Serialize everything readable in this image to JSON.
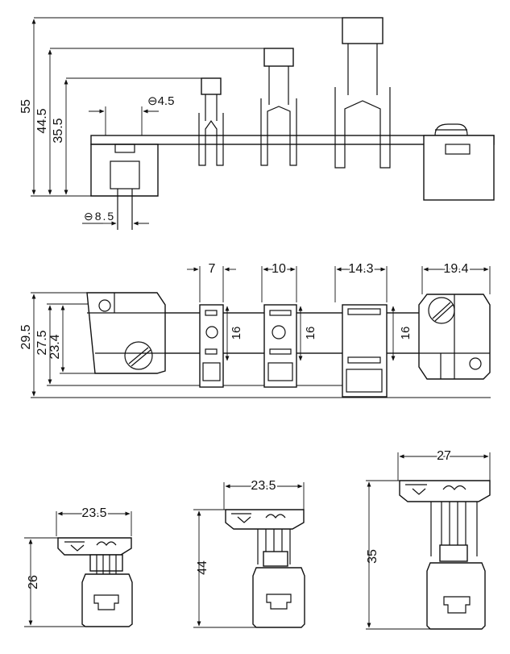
{
  "side_view": {
    "dims": {
      "d55": "55",
      "d44_5": "44.5",
      "d35_5": "35.5"
    },
    "diam_small": "⊖4.5",
    "diam_large": "⊖8.5"
  },
  "top_view": {
    "widths": {
      "w7": "7",
      "w10": "10",
      "w14_3": "14.3",
      "w19_4": "19.4"
    },
    "heights": {
      "h29_5": "29.5",
      "h27_5": "27.5",
      "h23_4": "23.4"
    },
    "slot_height": "16"
  },
  "end_views": [
    {
      "width": "23.5",
      "height": "26"
    },
    {
      "width": "23.5",
      "height": "44"
    },
    {
      "width": "27",
      "height": "35"
    }
  ]
}
